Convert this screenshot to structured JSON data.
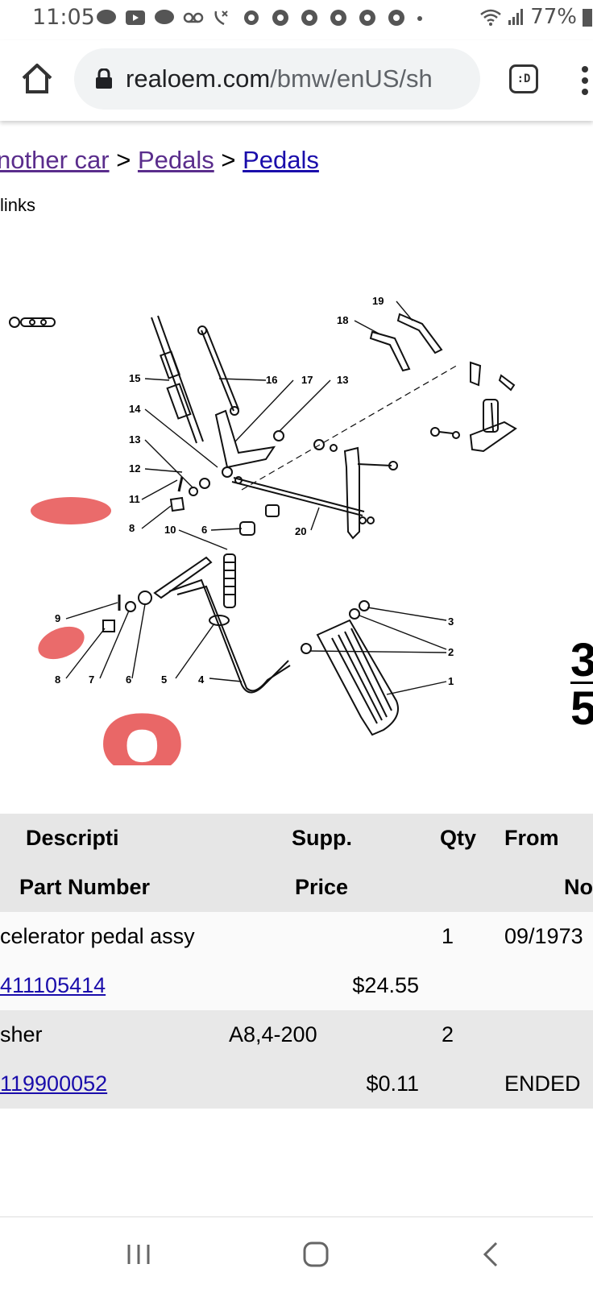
{
  "status_bar": {
    "time": "11:05",
    "notification_icons": [
      "message-icon",
      "youtube-icon",
      "message-icon",
      "voicemail-icon",
      "missed-call-icon",
      "settings-gear-icon",
      "chrome-icon",
      "chrome-icon",
      "chrome-icon",
      "chrome-icon",
      "chrome-icon",
      "more-dot-icon"
    ],
    "battery": "77%",
    "accent": "#505050"
  },
  "browser": {
    "url_domain": "realoem.com",
    "url_path": "/bmw/enUS/sh",
    "tabs_label": ":D"
  },
  "breadcrumb": {
    "item1": "nother car",
    "sep": ">",
    "item2": "Pedals",
    "item3": "Pedals"
  },
  "links_text": "links",
  "diagram": {
    "callouts": [
      "1",
      "2",
      "3",
      "4",
      "5",
      "6",
      "7",
      "8",
      "9",
      "10",
      "11",
      "12",
      "13",
      "14",
      "15",
      "16",
      "17",
      "18",
      "19",
      "20"
    ],
    "annotation": "8",
    "annotation_color": "#e85b5b"
  },
  "edge_text": {
    "top": "3",
    "bottom": "5"
  },
  "table": {
    "headers": {
      "description": "Descripti",
      "supp": "Supp.",
      "qty": "Qty",
      "from": "From",
      "part_number": "Part Number",
      "price": "Price",
      "no": "No"
    },
    "rows": [
      {
        "description": "celerator pedal assy",
        "supp": "",
        "qty": "1",
        "from": "09/1973",
        "part_number": "411105414",
        "price": "$24.55",
        "to": ""
      },
      {
        "description": "sher",
        "supp": "A8,4-200",
        "qty": "2",
        "from": "",
        "part_number": "119900052",
        "price": "$0.11",
        "to": "ENDED"
      }
    ]
  }
}
